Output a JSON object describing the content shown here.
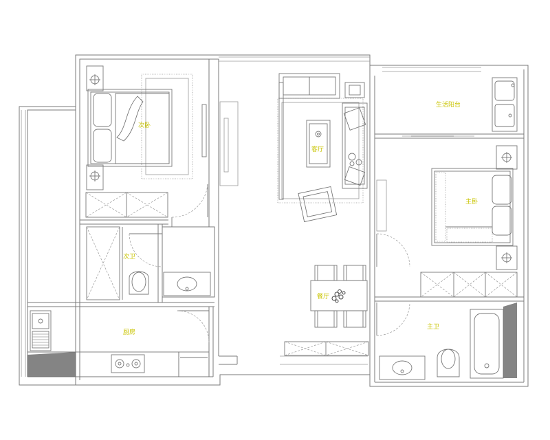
{
  "rooms": {
    "second_bedroom": "次卧",
    "living_room": "客厅",
    "balcony": "生活阳台",
    "master_bedroom": "主卧",
    "second_bath": "次卫",
    "dining_room": "餐厅",
    "kitchen": "厨房",
    "master_bath": "主卫"
  },
  "colors": {
    "label": "#c9c400",
    "line": "#7a7a7a",
    "background": "#ffffff"
  }
}
